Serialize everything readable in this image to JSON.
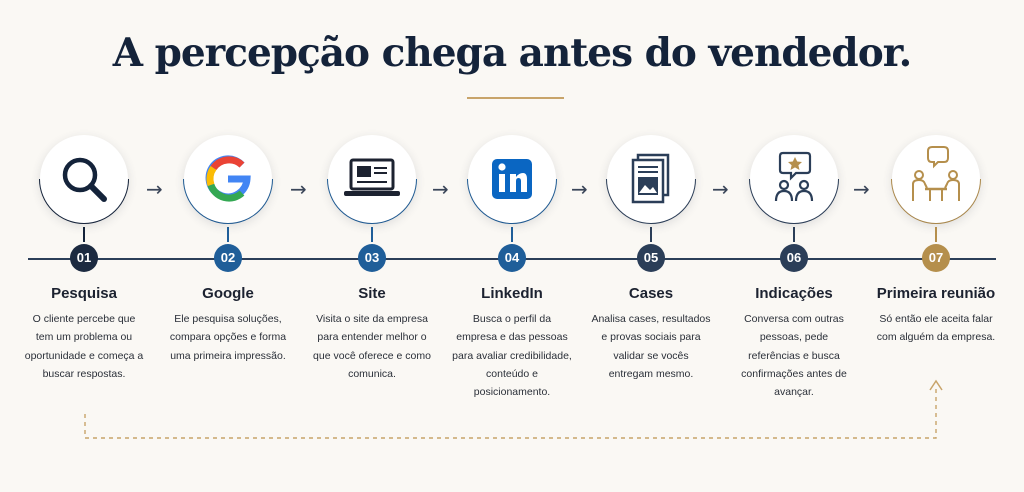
{
  "title": "A percepção chega antes do vendedor.",
  "colors": {
    "navy": "#14233a",
    "blue": "#1f5e99",
    "gold": "#b58f4c",
    "background": "#faf8f4"
  },
  "steps": [
    {
      "number": "01",
      "title": "Pesquisa",
      "icon": "search-icon",
      "description": "O cliente percebe que tem um problema ou oportunidade e começa a buscar respostas."
    },
    {
      "number": "02",
      "title": "Google",
      "icon": "google-icon",
      "description": "Ele pesquisa soluções, compara opções e forma uma primeira impressão."
    },
    {
      "number": "03",
      "title": "Site",
      "icon": "laptop-icon",
      "description": "Visita o site da empresa para entender melhor o que você oferece e como comunica."
    },
    {
      "number": "04",
      "title": "LinkedIn",
      "icon": "linkedin-icon",
      "description": "Busca o perfil da empresa e das pessoas para avaliar credibilidade, conteúdo e posicionamento."
    },
    {
      "number": "05",
      "title": "Cases",
      "icon": "document-icon",
      "description": "Analisa cases, resultados e provas sociais para validar se vocês entregam mesmo."
    },
    {
      "number": "06",
      "title": "Indicações",
      "icon": "referral-icon",
      "description": "Conversa com outras pessoas, pede referências e busca confirmações antes de avançar."
    },
    {
      "number": "07",
      "title": "Primeira reunião",
      "icon": "meeting-icon",
      "description": "Só então ele aceita falar com alguém da empresa."
    }
  ]
}
